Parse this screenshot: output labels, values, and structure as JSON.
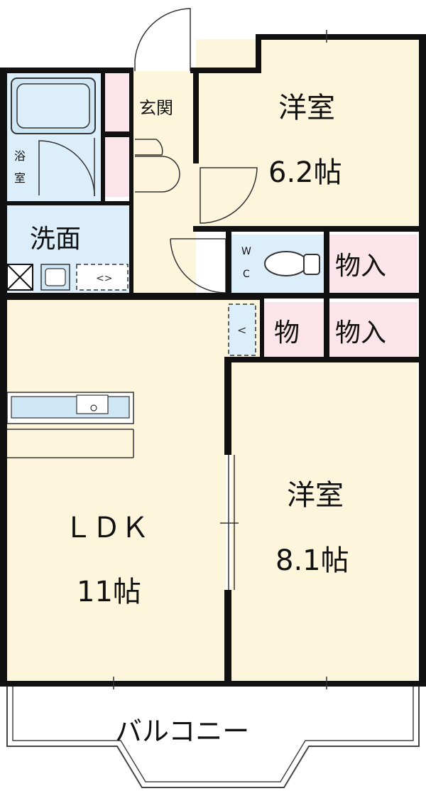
{
  "rooms": {
    "bath": {
      "line1": "浴",
      "line2": "室"
    },
    "entrance": {
      "name": "玄関"
    },
    "western_room_north": {
      "name": "洋室",
      "size": "6.2帖"
    },
    "washroom": {
      "name": "洗面"
    },
    "toilet": {
      "line1": "W",
      "line2": "C"
    },
    "closet_1": {
      "name": "物入"
    },
    "closet_2": {
      "name": "物"
    },
    "closet_3": {
      "name": "物入"
    },
    "ldk": {
      "name": "ＬＤＫ",
      "size": "11帖"
    },
    "western_room_south": {
      "name": "洋室",
      "size": "8.1帖"
    },
    "balcony": {
      "name": "バルコニー"
    }
  },
  "colors": {
    "wall": "#111111",
    "room_floor": "#fdf6dd",
    "wet_area": "#dbeefa",
    "storage": "#fbe4ea",
    "balcony": "#ffffff",
    "fixture": "#cfe6f5"
  }
}
